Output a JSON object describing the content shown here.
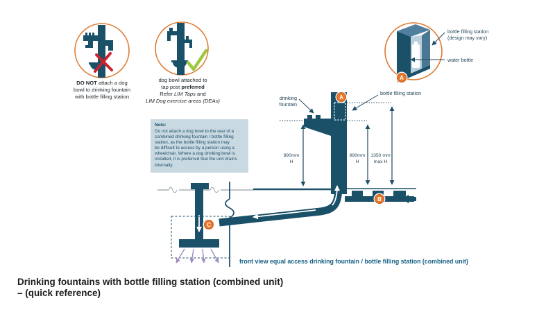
{
  "colors": {
    "shape_teal": "#1a5068",
    "label_text": "#25475a",
    "caption_teal": "#135f83",
    "note_bg": "#c9d9e2",
    "accent_orange": "#dd7b33",
    "badge_orange": "#e8772b",
    "cross_red": "#c9232f",
    "check_green": "#9dc93d",
    "dispersal_purple": "#a18ac2",
    "ground_gray": "#97a0a6",
    "alcove_mid_blue": "#517f9e",
    "alcove_light_blue": "#b9cfdc"
  },
  "title": {
    "line1": "Drinking fountains with bottle filling station (combined unit)",
    "line2": "– (quick reference)"
  },
  "caption": "front view equal access drinking fountain / bottle filling station (combined unit)",
  "warnings": {
    "do_not": {
      "bold": "DO NOT",
      "line1_rest": " attach a dog",
      "line2": "bowl to drinking fountain",
      "line3": "with bottle filling station"
    },
    "preferred": {
      "line1": "dog bowl attached to",
      "line2_pre": "tap post ",
      "line2_bold": "preferred",
      "line3_pre": "Refer ",
      "line3_italic": "LIM Taps",
      "line3_post": " and",
      "line4": "LIM Dog exercise areas (DEAs)"
    }
  },
  "note": {
    "heading": "Note:",
    "body": "Do not attach a dog bowl to the rear of a\ncombined drinking fountain / bottle filling\nstation, as the bottle filling station may\nbe difficult to access by a person using a\nwheelchair. Where a dog drinking bowl is\ninstalled, it is preferred that the unit drains\ninternally."
  },
  "inset": {
    "label_station_line1": "bottle filling station",
    "label_station_line2": "(design may vary)",
    "label_bottle": "water bottle",
    "badge": "A"
  },
  "main": {
    "label_drinking_line1": "drinking",
    "label_drinking_line2": "fountain",
    "label_bfs": "bottle filling station",
    "dims": {
      "left": {
        "l1": "890mm",
        "l2": "H"
      },
      "mid": {
        "l1": "890mm",
        "l2": "H"
      },
      "right": {
        "l1": "1350 mm",
        "l2": "max H"
      }
    },
    "badge_a": "A",
    "badge_b": "B",
    "badge_c": "C"
  }
}
